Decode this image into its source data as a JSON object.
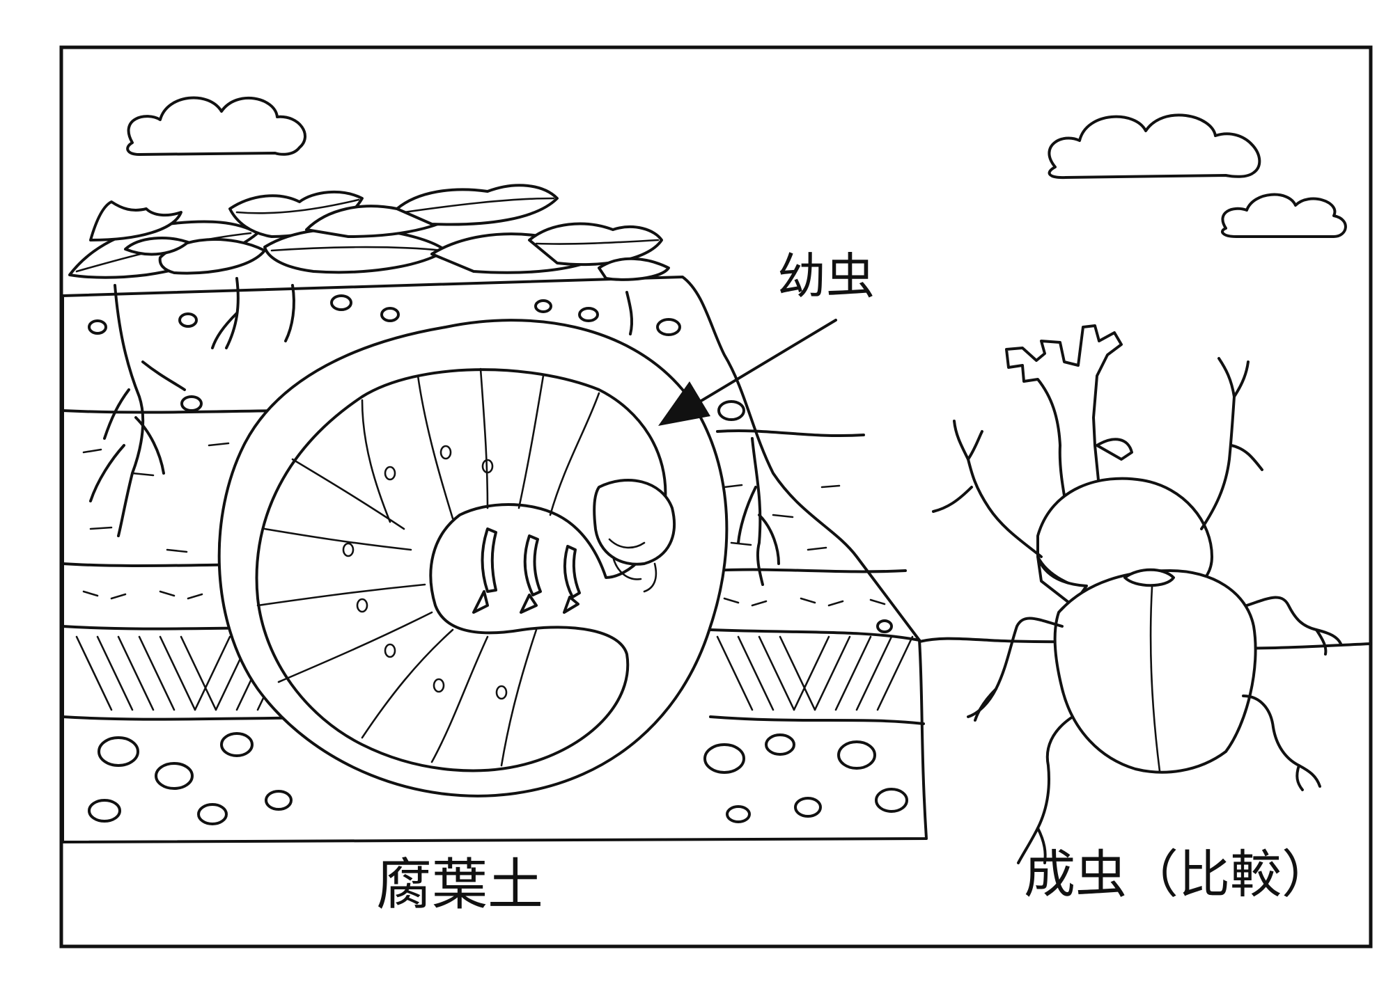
{
  "labels": {
    "larva": "幼虫",
    "humus_soil": "腐葉土",
    "adult_comparison": "成虫（比較）"
  },
  "colors": {
    "ink": "#111111",
    "paper": "#ffffff"
  }
}
